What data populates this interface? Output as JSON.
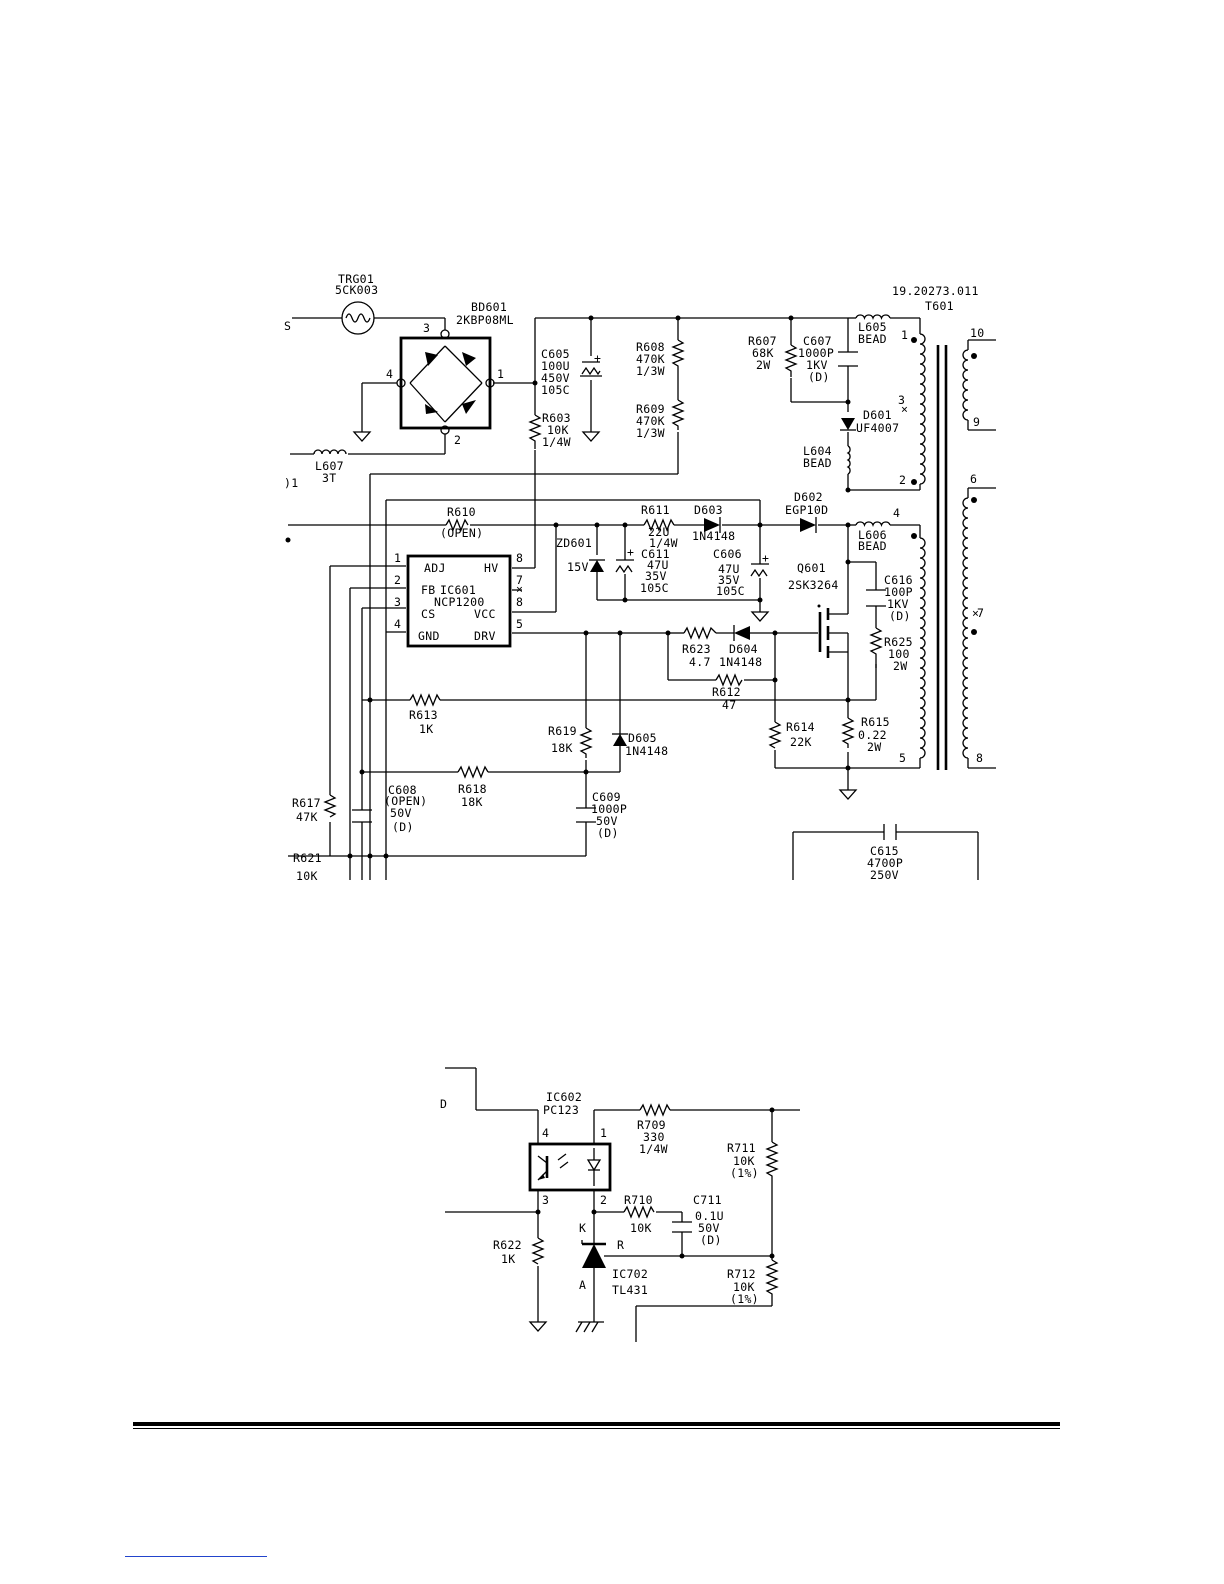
{
  "upper": {
    "trc01": [
      "TRG01",
      "5CK003"
    ],
    "bd601": [
      "BD601",
      "2KBP08ML"
    ],
    "part_no": "19.20273.011",
    "t601": "T601",
    "c605": [
      "C605",
      "100U",
      "450V",
      "105C"
    ],
    "r608": [
      "R608",
      "470K",
      "1/3W"
    ],
    "r609": [
      "R609",
      "470K",
      "1/3W"
    ],
    "r603": [
      "R603",
      "10K",
      "1/4W"
    ],
    "r607": [
      "R607",
      "68K",
      "2W"
    ],
    "c607": [
      "C607",
      "1000P",
      "1KV",
      "(D)"
    ],
    "l605": [
      "L605",
      "BEAD"
    ],
    "d601": [
      "D601",
      "UF4007"
    ],
    "l604": [
      "L604",
      "BEAD"
    ],
    "l607": [
      "L607",
      "3T"
    ],
    "r610": [
      "R610",
      "(OPEN)"
    ],
    "r611": [
      "R611",
      "22U",
      "1/4W"
    ],
    "d603": [
      "D603",
      "1N4148"
    ],
    "d602": [
      "D602",
      "EGP10D"
    ],
    "l606": [
      "L606",
      "BEAD"
    ],
    "zd601": [
      "ZD601",
      "15V"
    ],
    "c611": [
      "C611",
      "47U",
      "35V",
      "105C"
    ],
    "c606": [
      "C606",
      "47U",
      "35V",
      "105C"
    ],
    "q601": [
      "Q601",
      "2SK3264"
    ],
    "c616": [
      "C616",
      "100P",
      "1KV",
      "(D)"
    ],
    "r625": [
      "R625",
      "100",
      "2W"
    ],
    "ic601": {
      "name": "IC601",
      "part": "NCP1200",
      "adj": "ADJ",
      "fb": "FB",
      "cs": "CS",
      "gnd": "GND",
      "hv": "HV",
      "vcc": "VCC",
      "drv": "DRV"
    },
    "r623": [
      "R623",
      "4.7"
    ],
    "d604": [
      "D604",
      "1N4148"
    ],
    "r612": [
      "R612",
      "47"
    ],
    "r613": [
      "R613",
      "1K"
    ],
    "r619": [
      "R619",
      "18K"
    ],
    "d605": [
      "D605",
      "1N4148"
    ],
    "r614": [
      "R614",
      "22K"
    ],
    "r615": [
      "R615",
      "0.22",
      "2W"
    ],
    "r617": [
      "R617",
      "47K"
    ],
    "c608": [
      "C608",
      "(OPEN)",
      "50V",
      "(D)"
    ],
    "r618": [
      "R618",
      "18K"
    ],
    "c609": [
      "C609",
      "1000P",
      "50V",
      "(D)"
    ],
    "r621": [
      "R621",
      "10K"
    ],
    "c615": [
      "C615",
      "4700P",
      "250V"
    ],
    "pins": [
      "1",
      "2",
      "3",
      "4",
      "5",
      "6",
      "7",
      "8",
      "9",
      "10"
    ],
    "ic_pins": [
      "1",
      "2",
      "3",
      "4",
      "8",
      "7",
      "8",
      "5"
    ],
    "edge": [
      "S",
      ")1"
    ]
  },
  "lower": {
    "ic602": [
      "IC602",
      "PC123"
    ],
    "r709": [
      "R709",
      "330",
      "1/4W"
    ],
    "r711": [
      "R711",
      "10K",
      "(1%)"
    ],
    "r710": [
      "R710",
      "10K"
    ],
    "c711": [
      "C711",
      "0.1U",
      "50V",
      "(D)"
    ],
    "r622": [
      "R622",
      "1K"
    ],
    "ic702": [
      "IC702",
      "TL431"
    ],
    "r712": [
      "R712",
      "10K",
      "(1%)"
    ],
    "pins": [
      "4",
      "1",
      "3",
      "2"
    ],
    "k": "K",
    "r": "R",
    "a": "A",
    "edge": "D"
  }
}
